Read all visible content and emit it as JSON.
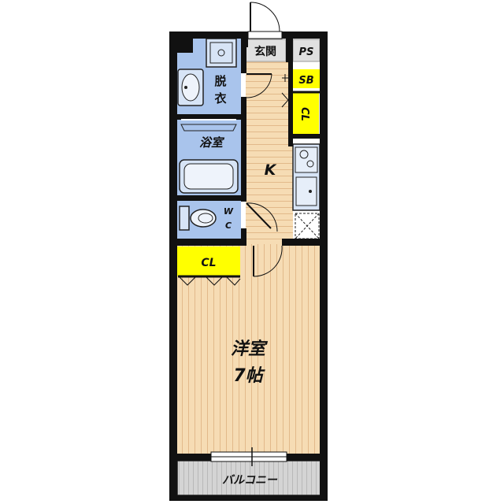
{
  "rooms": {
    "genkan": "玄関",
    "ps": "PS",
    "sb": "SB",
    "cl_upper": "CL",
    "datsui_1": "脱",
    "datsui_2": "衣",
    "bath": "浴室",
    "kitchen": "K",
    "wc_1": "W",
    "wc_2": "C",
    "cl_lower": "CL",
    "western_1": "洋室",
    "western_2": "7帖",
    "balcony": "バルコニー"
  },
  "colors": {
    "wall": "#111111",
    "floor": "#f6dcb4",
    "floor_line": "#e2b98a",
    "wet_area": "#a9c4ec",
    "closet": "#ffff00",
    "gray_box": "#e0e0e0",
    "fixture": "#d7e4f6",
    "balcony": "#d4d4d4"
  }
}
